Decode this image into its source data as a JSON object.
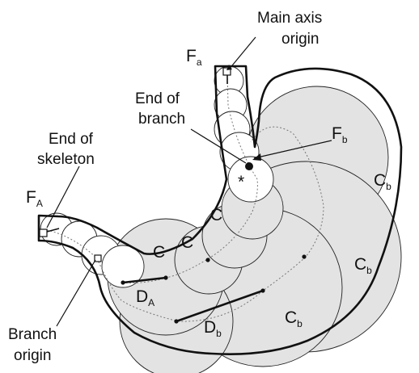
{
  "labels": {
    "main_axis_origin": [
      "Main axis",
      "origin"
    ],
    "end_of_branch": [
      "End of",
      "branch"
    ],
    "end_of_skeleton": [
      "End of",
      "skeleton"
    ],
    "branch_origin": [
      "Branch",
      "origin"
    ]
  },
  "symbols": {
    "f_a": {
      "main": "F",
      "sub": "a"
    },
    "f_b": {
      "main": "F",
      "sub": "b"
    },
    "f_A": {
      "main": "F",
      "sub": "A"
    },
    "c_b": {
      "main": "C",
      "sub": "b"
    },
    "d_A": {
      "main": "D",
      "sub": "A"
    },
    "d_b": {
      "main": "D",
      "sub": "b"
    },
    "c": "C",
    "star": "*"
  },
  "colors": {
    "circle_fill": "#e3e3e3",
    "outline": "#111111"
  }
}
